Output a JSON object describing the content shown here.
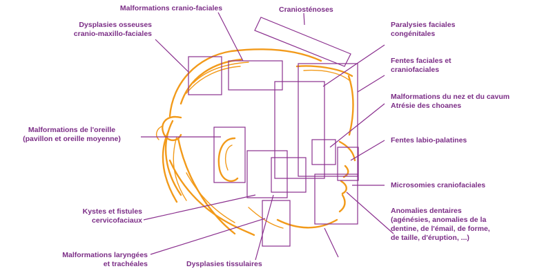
{
  "colors": {
    "label": "#7b2d86",
    "frame": "#8a2f8e",
    "drawing": "#f29a1a"
  },
  "labels": {
    "malformations_cranio_faciales": "Malformations cranio-faciales",
    "craniostenoses": "Craniosténoses",
    "dysplasies_osseuses_1": "Dysplasies osseuses",
    "dysplasies_osseuses_2": "cranio-maxillo-faciales",
    "paralysies_1": "Paralysies faciales",
    "paralysies_2": "congénitales",
    "fentes_faciales_1": "Fentes faciales  et",
    "fentes_faciales_2": "craniofaciales",
    "nez_cavum_1": "Malformations du nez et du cavum",
    "nez_cavum_2": "Atrésie des choanes",
    "oreille_1": "Malformations de l'oreille",
    "oreille_2": "(pavillon et oreille moyenne)",
    "fentes_labio_palatines": "Fentes labio-palatines",
    "microsomies": "Microsomies craniofaciales",
    "kystes_1": "Kystes et fistules",
    "kystes_2": "cervicofaciaux",
    "dentaires_1": "Anomalies dentaires",
    "dentaires_2": "(agénésies, anomalies de la",
    "dentaires_3": "dentine, de l'émail, de forme,",
    "dentaires_4": "de taille, d'éruption, ...)",
    "laryngees_1": "Malformations laryngées",
    "laryngees_2": "et trachéales",
    "dysplasies_tissulaires": "Dysplasies tissulaires"
  }
}
